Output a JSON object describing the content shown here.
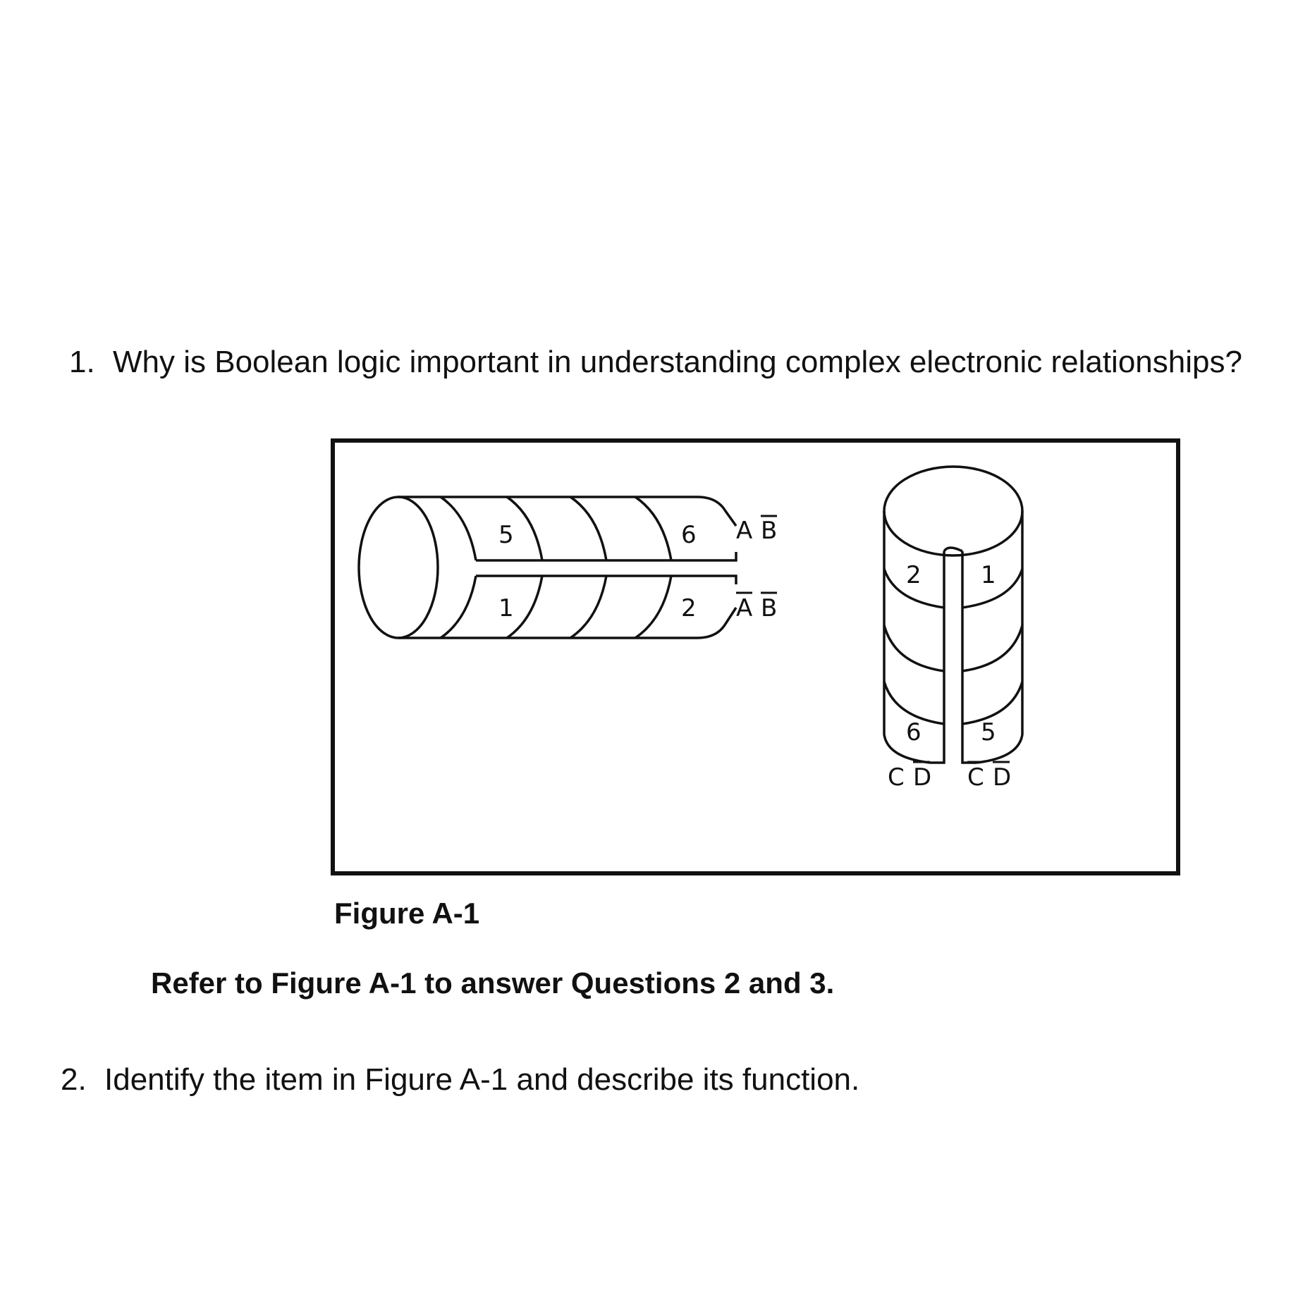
{
  "question_1": {
    "number": "1.",
    "text": "Why is Boolean logic important in understanding complex electronic relationships?"
  },
  "figure": {
    "horizontal_cylinder": {
      "top_row_numbers": [
        "5",
        "6"
      ],
      "bottom_row_numbers": [
        "1",
        "2"
      ],
      "top_row_label": {
        "first": "A",
        "second": "B",
        "second_overbar": true,
        "first_overbar": false
      },
      "bottom_row_label": {
        "first": "A",
        "second": "B",
        "second_overbar": true,
        "first_overbar": true
      }
    },
    "vertical_cylinder": {
      "top_numbers": [
        "2",
        "1"
      ],
      "bottom_numbers": [
        "6",
        "5"
      ],
      "left_column_label": {
        "first": "C",
        "second": "D",
        "second_overbar": true,
        "first_overbar": false
      },
      "right_column_label": {
        "first": "C",
        "second": "D",
        "second_overbar": true,
        "first_overbar": true
      }
    },
    "caption": "Figure A-1"
  },
  "instruction": "Refer to Figure A-1 to answer Questions 2 and 3.",
  "question_2": {
    "number": "2.",
    "text": "Identify the item in Figure A-1 and describe its function."
  }
}
